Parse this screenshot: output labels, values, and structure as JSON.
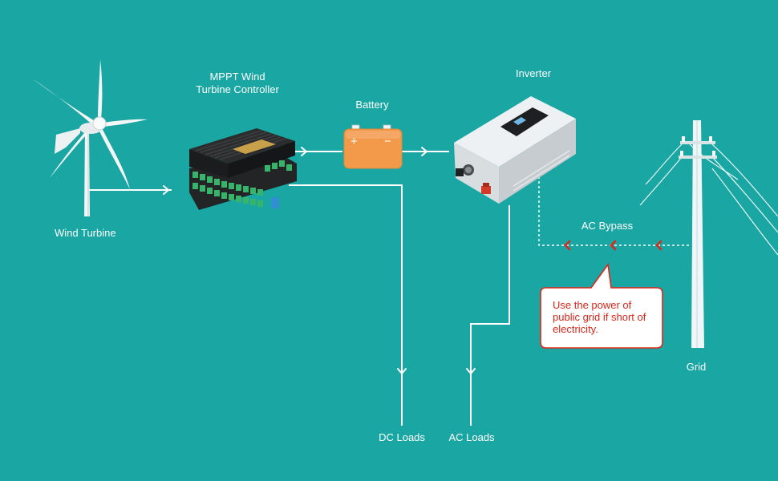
{
  "labels": {
    "wind_turbine": "Wind Turbine",
    "controller_line1": "MPPT Wind",
    "controller_line2": "Turbine Controller",
    "battery": "Battery",
    "inverter": "Inverter",
    "ac_bypass": "AC Bypass",
    "grid": "Grid",
    "dc_loads": "DC Loads",
    "ac_loads": "AC Loads"
  },
  "callout": {
    "text": "Use the power of public grid if short of electricity."
  },
  "battery_terminals": {
    "positive": "+",
    "negative": "−"
  },
  "colors": {
    "background": "#1aa7a3",
    "line": "#ffffff",
    "battery": "#f29a4a",
    "callout_text": "#e0261a",
    "bypass_arrow": "#e0261a"
  }
}
